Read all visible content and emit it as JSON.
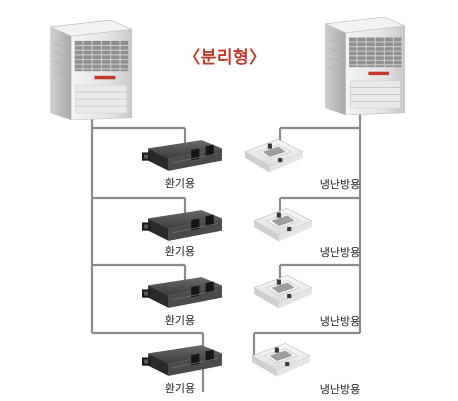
{
  "title": "〈분리형〉",
  "brand_color": "#c0392b",
  "line_color": "#8a8a8a",
  "outdoor_units": [
    {
      "name": "outdoor-unit-left",
      "icon": "outdoor-unit-icon"
    },
    {
      "name": "outdoor-unit-right",
      "icon": "outdoor-unit-icon"
    }
  ],
  "ventilation_units": [
    {
      "label": "환기용",
      "icon": "ducted-ventilation-unit-icon"
    },
    {
      "label": "환기용",
      "icon": "ducted-ventilation-unit-icon"
    },
    {
      "label": "환기용",
      "icon": "ducted-ventilation-unit-icon"
    },
    {
      "label": "환기용",
      "icon": "ducted-ventilation-unit-icon"
    }
  ],
  "cooling_units": [
    {
      "label": "냉난방용",
      "icon": "ceiling-cassette-unit-icon"
    },
    {
      "label": "냉난방용",
      "icon": "ceiling-cassette-unit-icon"
    },
    {
      "label": "냉난방용",
      "icon": "ceiling-cassette-unit-icon"
    },
    {
      "label": "냉난방용",
      "icon": "ceiling-cassette-unit-icon"
    }
  ]
}
